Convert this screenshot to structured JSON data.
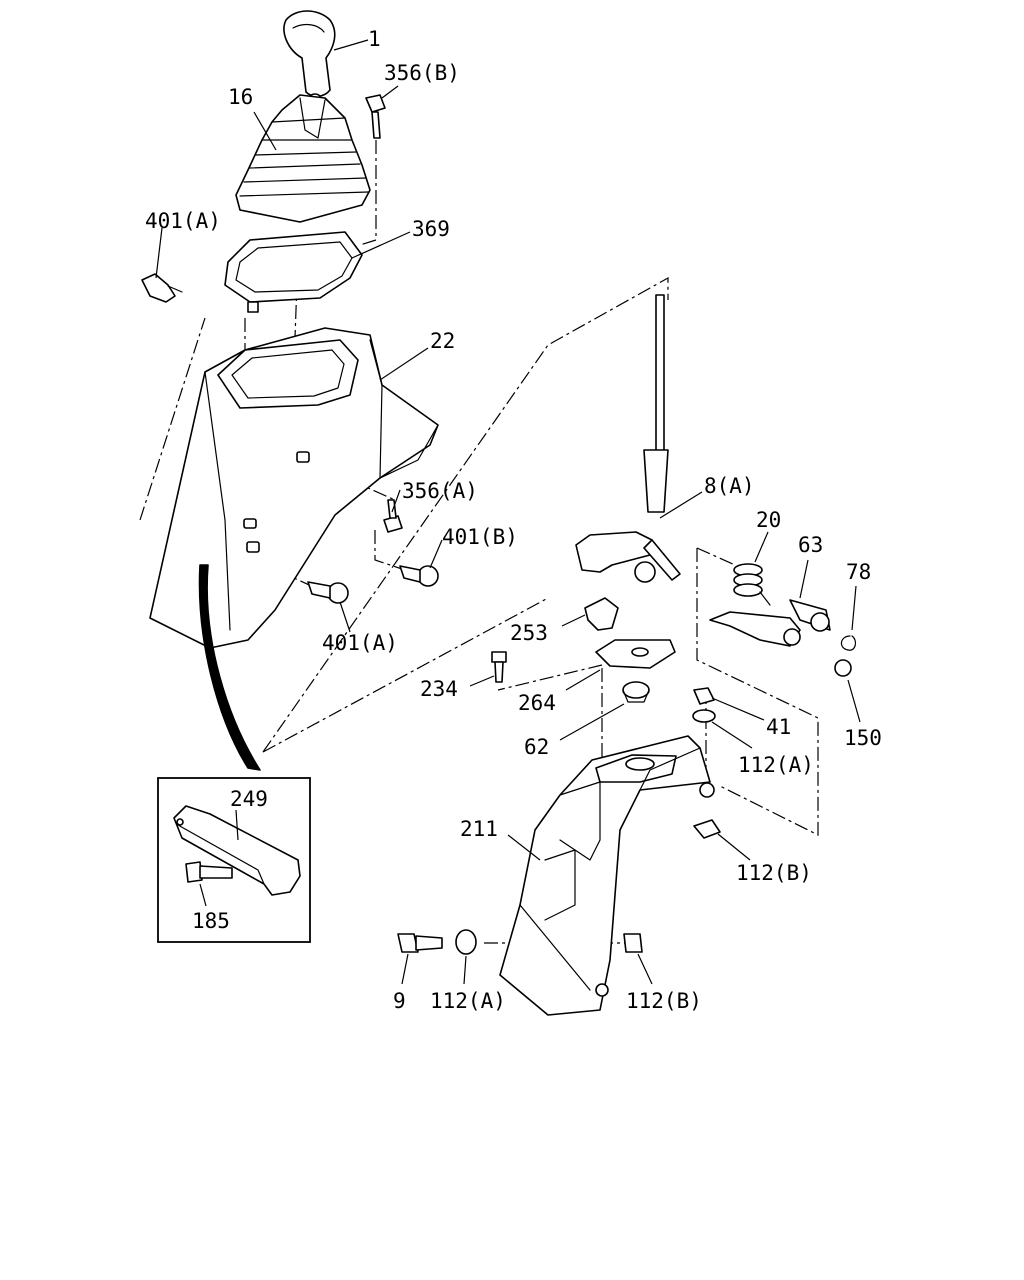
{
  "diagram": {
    "callouts": {
      "p1": "1",
      "p356b": "356(B)",
      "p16": "16",
      "p401a_top": "401(A)",
      "p369": "369",
      "p22": "22",
      "p356a": "356(A)",
      "p401b": "401(B)",
      "p401a_mid": "401(A)",
      "p8a": "8(A)",
      "p20": "20",
      "p63": "63",
      "p78": "78",
      "p253": "253",
      "p234": "234",
      "p264": "264",
      "p62": "62",
      "p41": "41",
      "p150": "150",
      "p112a_right": "112(A)",
      "p112b_right": "112(B)",
      "p211": "211",
      "p249": "249",
      "p185": "185",
      "p9": "9",
      "p112a_bottom": "112(A)",
      "p112b_bottom": "112(B)"
    },
    "colors": {
      "line": "#000000",
      "background": "#ffffff"
    }
  }
}
